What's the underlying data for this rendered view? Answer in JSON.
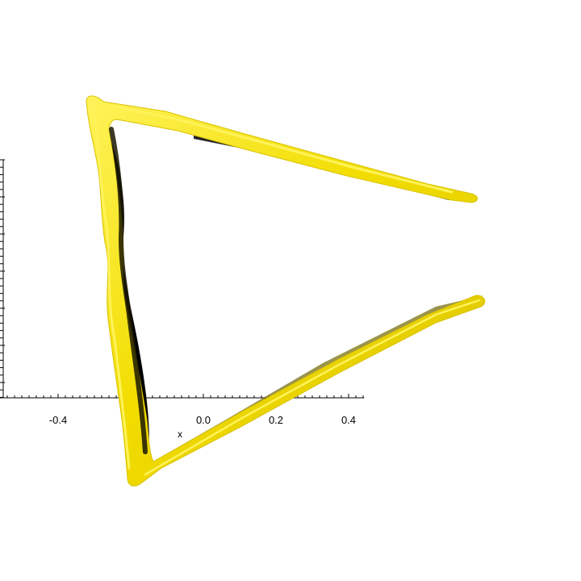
{
  "scene": {
    "background_color": "#ffffff",
    "object": {
      "name": "tube-isosurface",
      "color": "#f2dd00",
      "highlight_color": "#fff35a",
      "shadow_color": "#000000",
      "dark_color": "#6f6500"
    }
  },
  "x_axis": {
    "title": "x",
    "tick_labels": [
      "-0.4",
      "0.0",
      "0.2",
      "0.4"
    ],
    "color": "#000000"
  },
  "y_axis": {
    "color": "#000000"
  }
}
